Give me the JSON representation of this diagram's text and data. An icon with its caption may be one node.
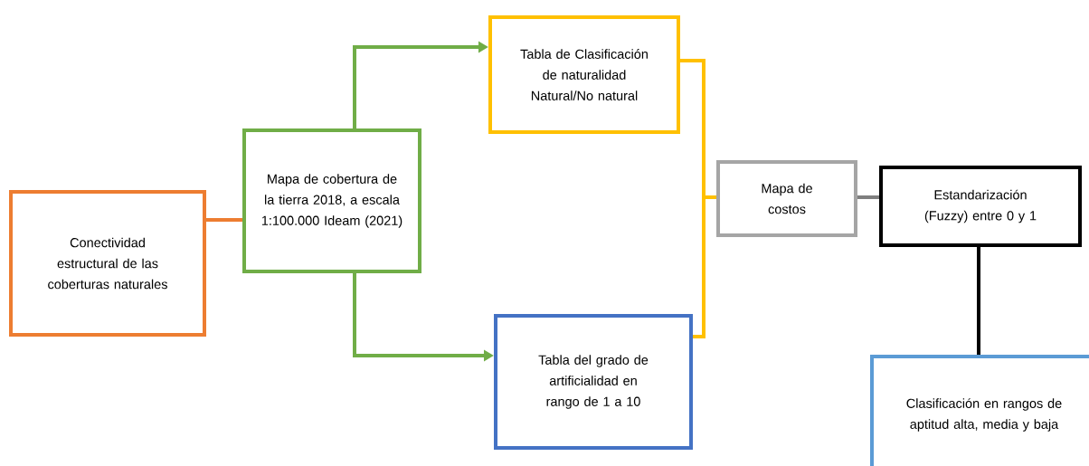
{
  "diagram": {
    "nodes": [
      {
        "text": [
          "Conectividad estructural de las coberturas naturales"
        ]
      },
      {
        "text": [
          "Mapa de cobertura de la tierra 2018, a escala 1:100.000 Ideam (2021)"
        ]
      },
      {
        "text": [
          "Tabla de Clasificación de naturalidad Natural/No natural"
        ]
      },
      {
        "text": [
          "Tabla del grado de artificialidad en rango de 1 a 10"
        ]
      },
      {
        "text": [
          "Mapa de costos"
        ]
      },
      {
        "text": [
          "Estandarización (Fuzzy) entre 0 y 1"
        ]
      },
      {
        "text": [
          "Clasificación en rangos de aptitud alta, media y baja"
        ]
      }
    ],
    "edges": [
      {
        "from": 0,
        "to": 1,
        "arrow": "none",
        "color": "#ed7d31"
      },
      {
        "from": 1,
        "to": 2,
        "arrow": "to",
        "color": "#70ad47"
      },
      {
        "from": 1,
        "to": 3,
        "arrow": "to",
        "color": "#70ad47"
      },
      {
        "from": 2,
        "to": 4,
        "arrow": "none",
        "color": "#ffc000"
      },
      {
        "from": 3,
        "to": 4,
        "arrow": "none",
        "color": "#ffc000"
      },
      {
        "from": 4,
        "to": 5,
        "arrow": "none",
        "color": "#7f7f7f"
      },
      {
        "from": 5,
        "to": 6,
        "arrow": "none",
        "color": "#000000"
      }
    ]
  }
}
